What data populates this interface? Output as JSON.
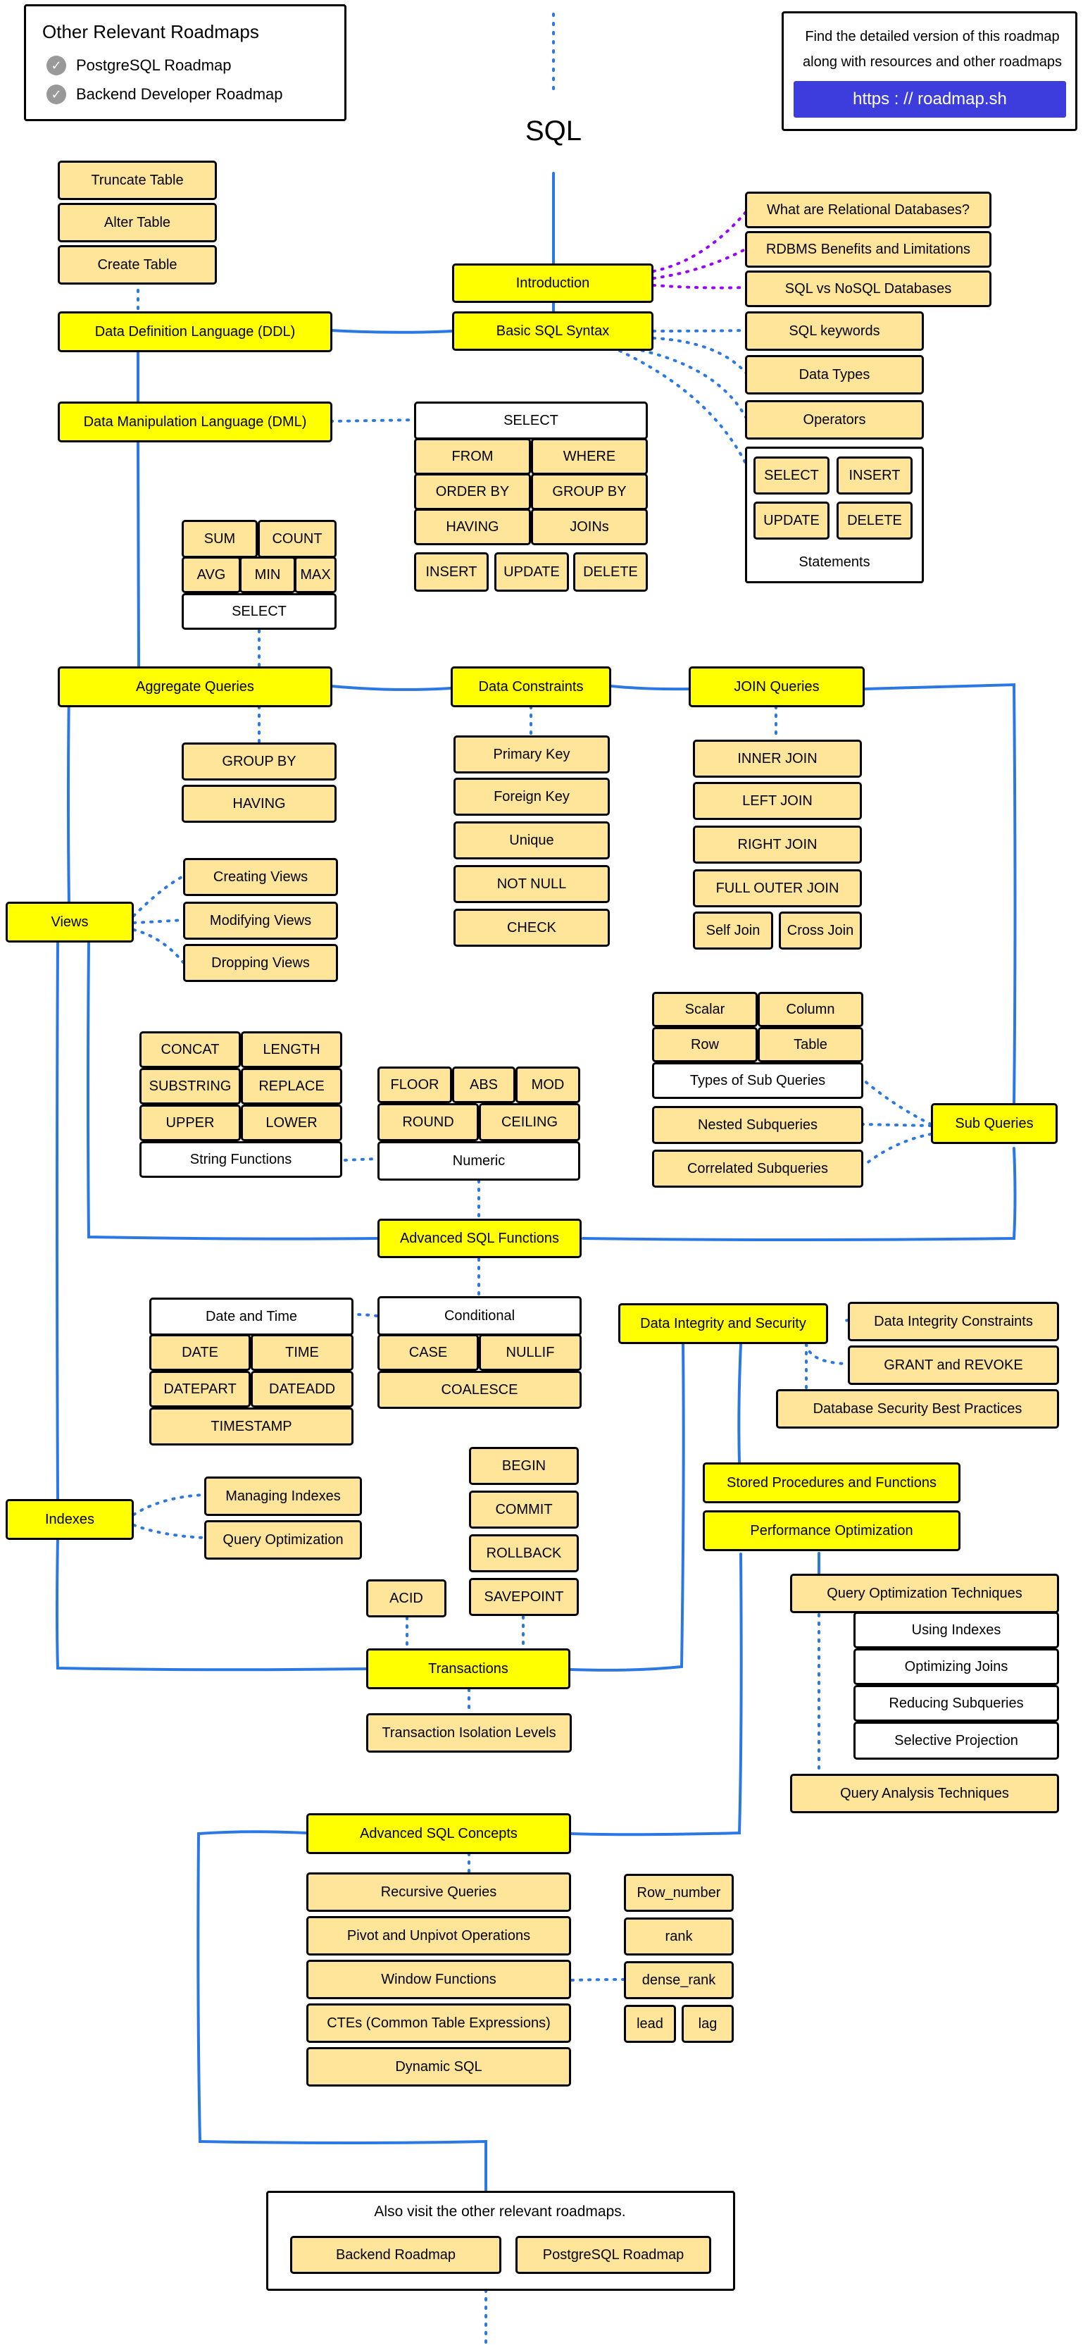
{
  "title": "SQL",
  "related": {
    "heading": "Other Relevant Roadmaps",
    "items": [
      "PostgreSQL Roadmap",
      "Backend Developer Roadmap"
    ]
  },
  "info": {
    "text_line1": "Find the detailed version of this roadmap",
    "text_line2": "along with resources and other roadmaps",
    "link_label": "https : // roadmap.sh"
  },
  "nodes": {
    "truncate_table": "Truncate Table",
    "alter_table": "Alter Table",
    "create_table": "Create Table",
    "ddl": "Data Definition Language (DDL)",
    "dml": "Data Manipulation Language (DML)",
    "introduction": "Introduction",
    "basic_sql_syntax": "Basic SQL Syntax",
    "relational_dbs": "What are Relational Databases?",
    "rdbms_benefits": "RDBMS Benefits and Limitations",
    "sql_vs_nosql": "SQL vs NoSQL Databases",
    "sql_keywords": "SQL keywords",
    "data_types": "Data Types",
    "operators": "Operators",
    "stmt_select": "SELECT",
    "stmt_insert": "INSERT",
    "stmt_update": "UPDATE",
    "stmt_delete": "DELETE",
    "statements": "Statements",
    "dml_select": "SELECT",
    "dml_from": "FROM",
    "dml_where": "WHERE",
    "dml_order_by": "ORDER BY",
    "dml_group_by": "GROUP BY",
    "dml_having": "HAVING",
    "dml_joins": "JOINs",
    "dml_insert": "INSERT",
    "dml_update": "UPDATE",
    "dml_delete": "DELETE",
    "agg_sum": "SUM",
    "agg_count": "COUNT",
    "agg_avg": "AVG",
    "agg_min": "MIN",
    "agg_max": "MAX",
    "agg_select": "SELECT",
    "aggregate_queries": "Aggregate Queries",
    "data_constraints": "Data Constraints",
    "join_queries": "JOIN Queries",
    "group_by": "GROUP BY",
    "having": "HAVING",
    "primary_key": "Primary Key",
    "foreign_key": "Foreign Key",
    "unique": "Unique",
    "not_null": "NOT NULL",
    "check": "CHECK",
    "inner_join": "INNER JOIN",
    "left_join": "LEFT JOIN",
    "right_join": "RIGHT JOIN",
    "full_outer_join": "FULL OUTER JOIN",
    "self_join": "Self Join",
    "cross_join": "Cross Join",
    "views": "Views",
    "creating_views": "Creating Views",
    "modifying_views": "Modifying Views",
    "dropping_views": "Dropping Views",
    "sq_scalar": "Scalar",
    "sq_column": "Column",
    "sq_row": "Row",
    "sq_table": "Table",
    "types_of_subqueries": "Types of Sub Queries",
    "nested_subqueries": "Nested Subqueries",
    "correlated_subqueries": "Correlated Subqueries",
    "sub_queries": "Sub Queries",
    "concat": "CONCAT",
    "length": "LENGTH",
    "substring": "SUBSTRING",
    "replace": "REPLACE",
    "upper": "UPPER",
    "lower": "LOWER",
    "string_functions": "String Functions",
    "floor": "FLOOR",
    "abs": "ABS",
    "mod": "MOD",
    "round": "ROUND",
    "ceiling": "CEILING",
    "numeric": "Numeric",
    "advanced_sql_functions": "Advanced SQL Functions",
    "date_and_time": "Date and Time",
    "date": "DATE",
    "time": "TIME",
    "datepart": "DATEPART",
    "dateadd": "DATEADD",
    "timestamp": "TIMESTAMP",
    "conditional": "Conditional",
    "case": "CASE",
    "nullif": "NULLIF",
    "coalesce": "COALESCE",
    "data_integrity_security": "Data Integrity and Security",
    "data_integrity_constraints": "Data Integrity Constraints",
    "grant_revoke": "GRANT and REVOKE",
    "db_security_best_practices": "Database Security Best Practices",
    "stored_procedures": "Stored Procedures and Functions",
    "performance_optimization": "Performance Optimization",
    "query_opt_techniques": "Query Optimization Techniques",
    "using_indexes": "Using Indexes",
    "optimizing_joins": "Optimizing Joins",
    "reducing_subqueries": "Reducing Subqueries",
    "selective_projection": "Selective Projection",
    "query_analysis_techniques": "Query Analysis Techniques",
    "indexes": "Indexes",
    "managing_indexes": "Managing Indexes",
    "query_optimization": "Query Optimization",
    "begin": "BEGIN",
    "commit": "COMMIT",
    "rollback": "ROLLBACK",
    "savepoint": "SAVEPOINT",
    "acid": "ACID",
    "transactions": "Transactions",
    "transaction_isolation_levels": "Transaction Isolation Levels",
    "advanced_sql_concepts": "Advanced SQL Concepts",
    "recursive_queries": "Recursive Queries",
    "pivot_unpivot": "Pivot and Unpivot Operations",
    "window_functions": "Window Functions",
    "ctes": "CTEs (Common Table Expressions)",
    "dynamic_sql": "Dynamic SQL",
    "row_number": "Row_number",
    "rank": "rank",
    "dense_rank": "dense_rank",
    "lead": "lead",
    "lag": "lag",
    "backend_roadmap": "Backend Roadmap",
    "postgresql_roadmap": "PostgreSQL Roadmap"
  },
  "footer": {
    "text": "Also visit the other relevant roadmaps."
  },
  "colors": {
    "main_topic": "#ffff00",
    "sub_topic": "#ffe599",
    "edge_blue": "#2b78e4",
    "edge_purple": "#9900ff",
    "link_button": "#3d3dde"
  }
}
